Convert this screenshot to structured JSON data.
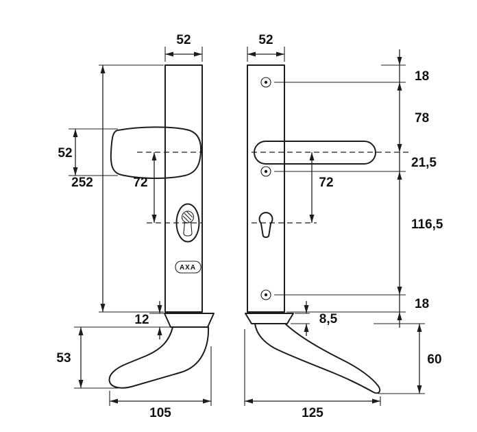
{
  "drawing": {
    "title": "door-fitting-dimension-drawing",
    "brand": "AXA",
    "colors": {
      "line": "#1c1c1c",
      "background": "#ffffff"
    },
    "dims": {
      "outer_plate_width": "52",
      "inner_plate_width": "52",
      "knob_height": "52",
      "plate_height": "252",
      "knob_to_cylinder": "72",
      "top_to_screw": "18",
      "screw_to_handle": "78",
      "handle_to_screw": "21,5",
      "handle_to_keyhole": "72",
      "screw_spacing": "116,5",
      "screw_to_bottom": "18",
      "knob_collar_height": "12",
      "knob_depth": "53",
      "knob_length": "105",
      "lever_collar_height": "8,5",
      "lever_depth": "60",
      "lever_length": "125"
    }
  }
}
